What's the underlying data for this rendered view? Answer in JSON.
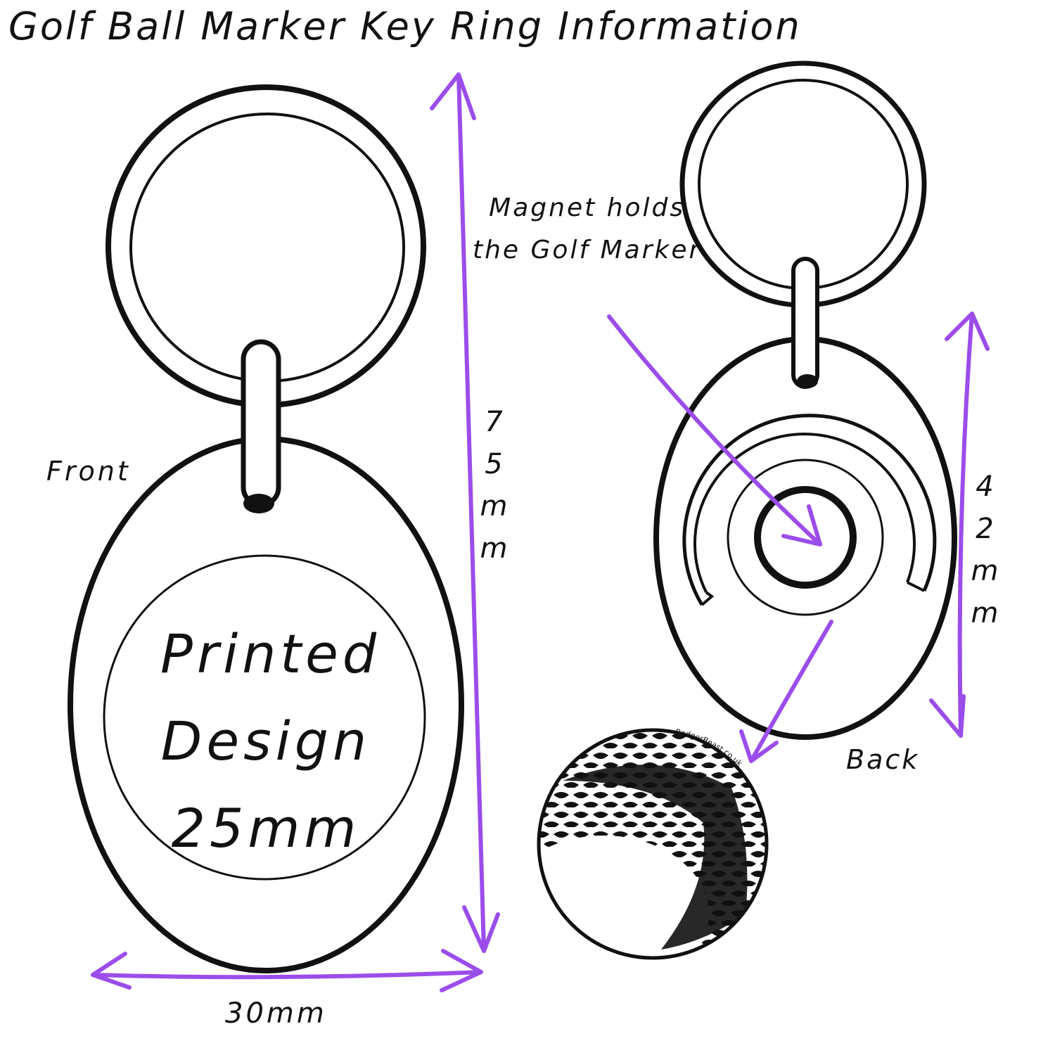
{
  "title": "Golf Ball Marker Key Ring Information",
  "labels": {
    "front": "Front",
    "back": "Back",
    "magnet_note_line1": "Magnet holds",
    "magnet_note_line2": "the Golf Marker",
    "printed_design_line1": "Printed",
    "printed_design_line2": "Design",
    "printed_design_line3": "25mm",
    "front_height": "75mm",
    "back_height": "42mm",
    "front_width": "30mm"
  },
  "logo_text": "BadgerBeast.co.uk",
  "colors": {
    "ink": "#111111",
    "dimension_arrows": "#9b4dea",
    "background": "#ffffff"
  }
}
